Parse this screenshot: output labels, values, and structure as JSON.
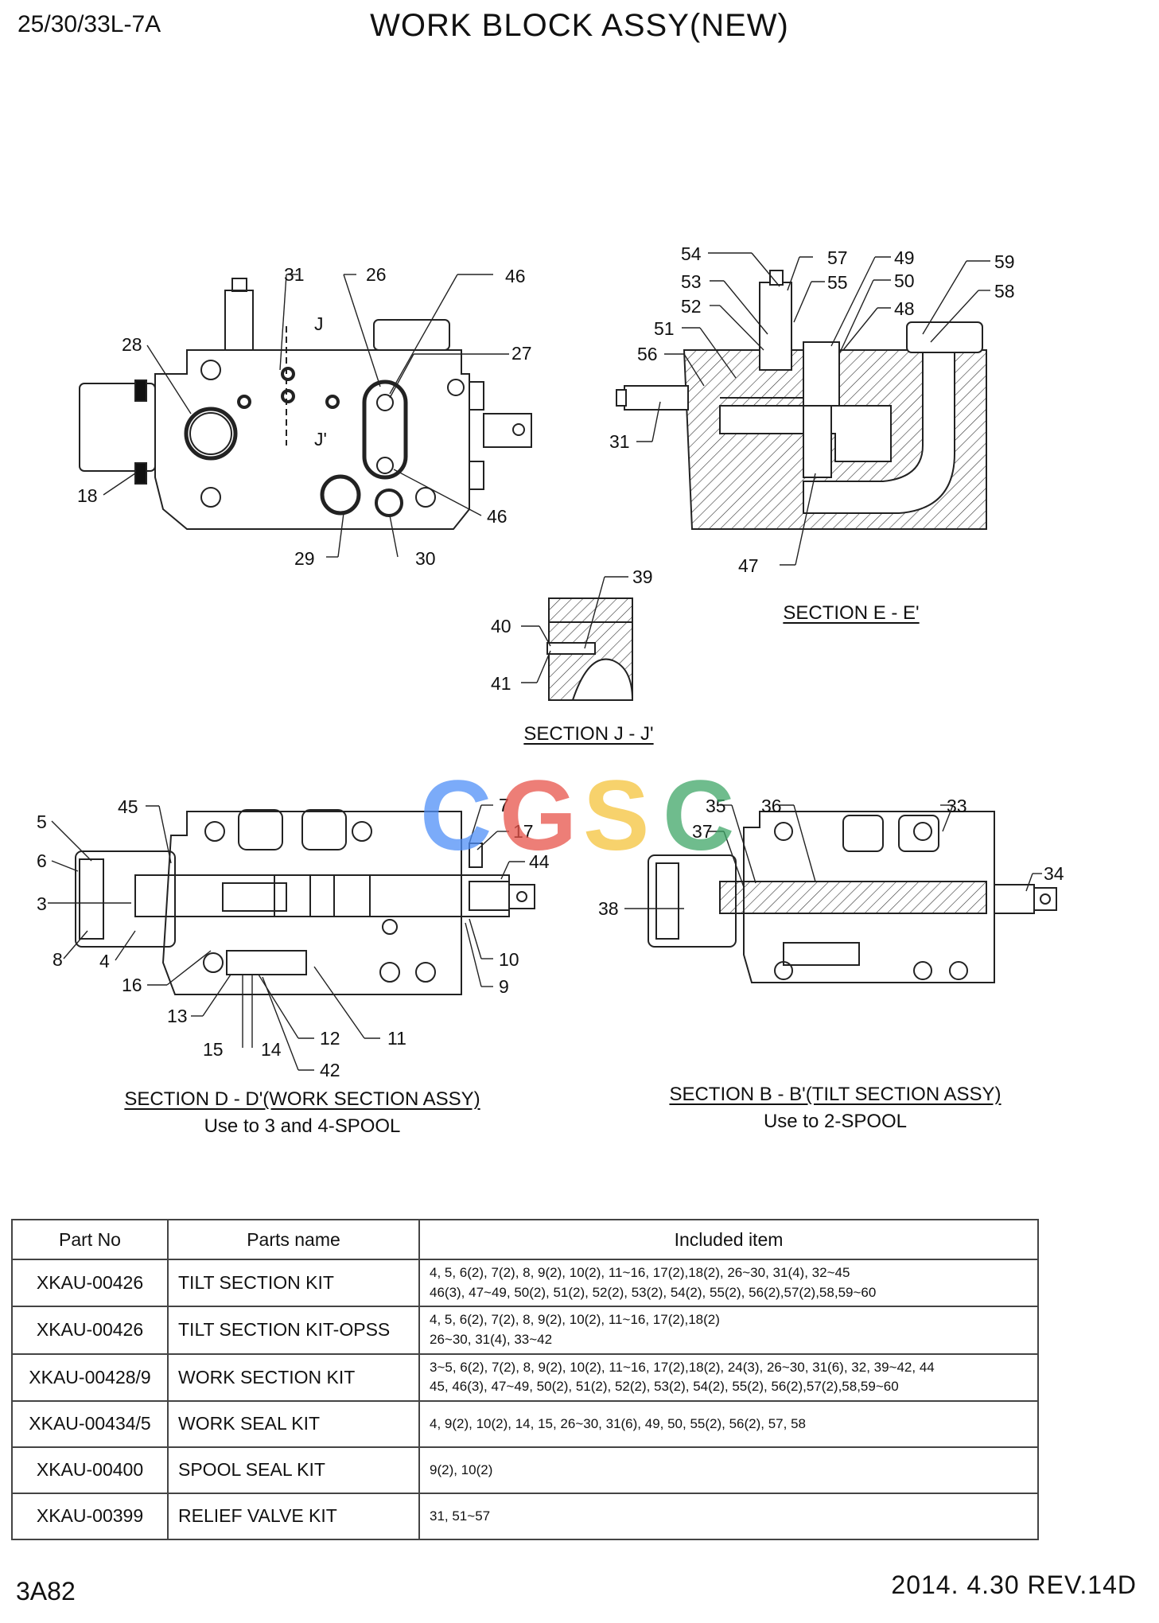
{
  "header": {
    "model": "25/30/33L-7A",
    "title": "WORK BLOCK ASSY(NEW)"
  },
  "footer": {
    "page_code": "3A82",
    "revision": "2014. 4.30  REV.14D"
  },
  "watermark": {
    "text": "CGSC",
    "colors": [
      "#4f8ff7",
      "#e8534a",
      "#f5c33b",
      "#3fa667"
    ]
  },
  "sections": {
    "top_view_callouts": [
      "31",
      "26",
      "46",
      "28",
      "27",
      "18",
      "46",
      "29",
      "30",
      "J",
      "J'"
    ],
    "section_e": {
      "caption": "SECTION E - E'",
      "callouts": [
        "54",
        "57",
        "49",
        "59",
        "53",
        "55",
        "50",
        "58",
        "52",
        "48",
        "51",
        "56",
        "31",
        "47"
      ]
    },
    "section_j": {
      "caption": "SECTION J - J'",
      "callouts": [
        "39",
        "40",
        "41"
      ]
    },
    "section_d": {
      "caption": "SECTION D - D'(WORK SECTION ASSY)",
      "note": "Use to 3 and 4-SPOOL",
      "callouts": [
        "5",
        "45",
        "6",
        "3",
        "8",
        "4",
        "16",
        "13",
        "15",
        "14",
        "12",
        "42",
        "11",
        "9",
        "10",
        "44",
        "17",
        "7"
      ]
    },
    "section_b": {
      "caption": "SECTION B - B'(TILT SECTION ASSY)",
      "note": "Use to 2-SPOOL",
      "callouts": [
        "35",
        "36",
        "33",
        "37",
        "34",
        "38"
      ]
    }
  },
  "parts_table": {
    "headers": [
      "Part No",
      "Parts name",
      "Included item"
    ],
    "rows": [
      {
        "part_no": "XKAU-00426",
        "name": "TILT SECTION KIT",
        "line1": "4, 5, 6(2), 7(2), 8, 9(2), 10(2), 11~16, 17(2),18(2), 26~30, 31(4), 32~45",
        "line2": "46(3), 47~49, 50(2), 51(2), 52(2), 53(2), 54(2), 55(2), 56(2),57(2),58,59~60"
      },
      {
        "part_no": "XKAU-00426",
        "name": "TILT SECTION KIT-OPSS",
        "line1": "4, 5, 6(2), 7(2), 8, 9(2), 10(2), 11~16, 17(2),18(2)",
        "line2": "26~30, 31(4), 33~42"
      },
      {
        "part_no": "XKAU-00428/9",
        "name": "WORK SECTION KIT",
        "line1": "3~5, 6(2), 7(2), 8, 9(2), 10(2), 11~16, 17(2),18(2), 24(3), 26~30, 31(6), 32, 39~42, 44",
        "line2": "45, 46(3), 47~49, 50(2), 51(2), 52(2), 53(2), 54(2), 55(2), 56(2),57(2),58,59~60"
      },
      {
        "part_no": "XKAU-00434/5",
        "name": "WORK SEAL KIT",
        "line1": "4, 9(2), 10(2), 14, 15, 26~30, 31(6), 49, 50, 55(2), 56(2), 57, 58",
        "line2": ""
      },
      {
        "part_no": "XKAU-00400",
        "name": "SPOOL SEAL KIT",
        "line1": "9(2), 10(2)",
        "line2": ""
      },
      {
        "part_no": "XKAU-00399",
        "name": "RELIEF VALVE KIT",
        "line1": "31, 51~57",
        "line2": ""
      }
    ]
  }
}
